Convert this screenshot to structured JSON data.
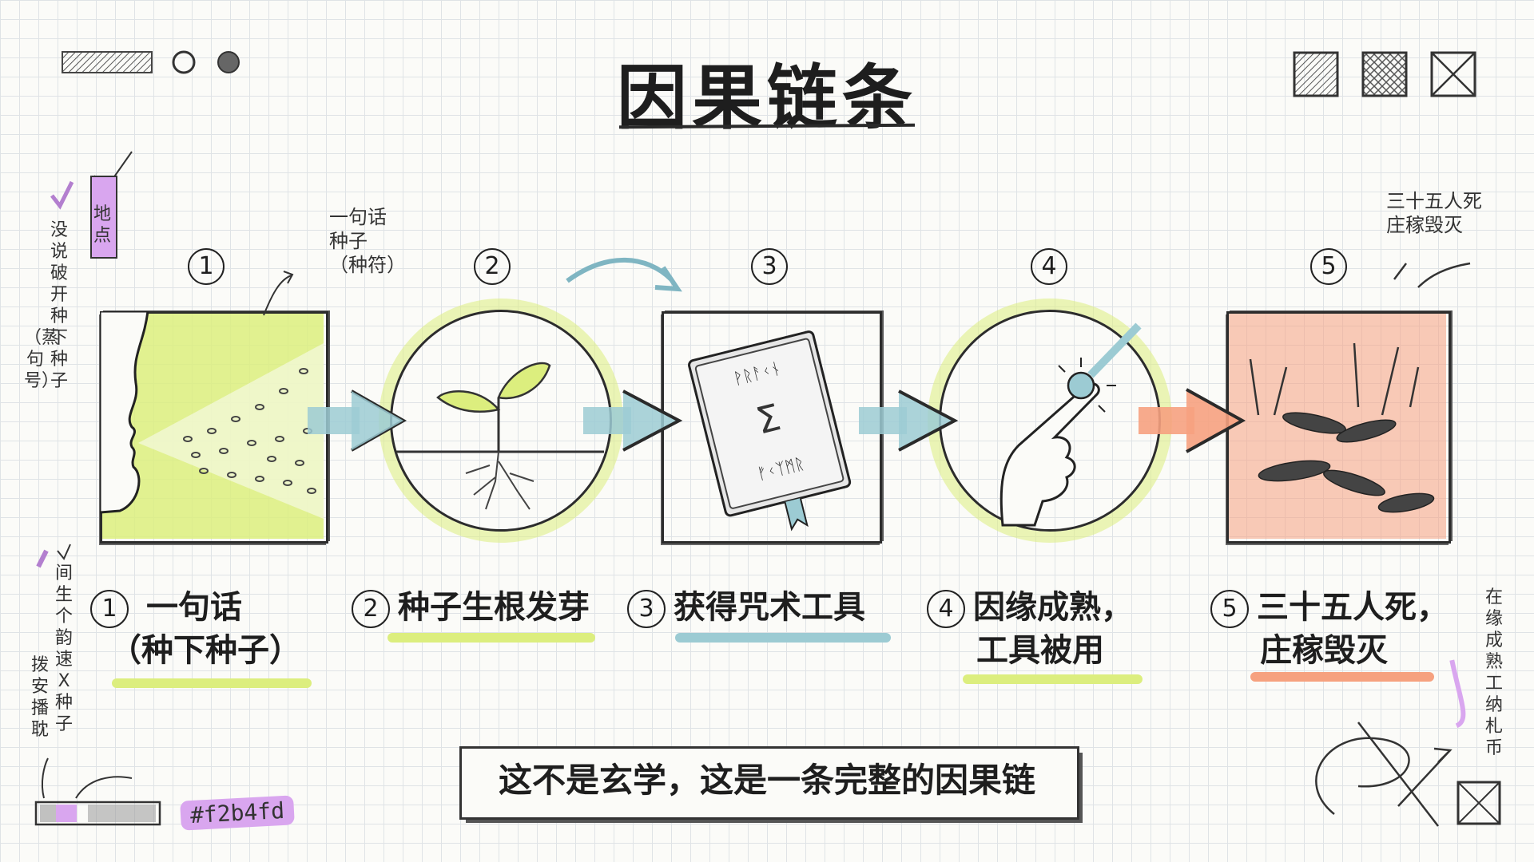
{
  "title": "因果链条",
  "steps": [
    {
      "num": "1",
      "title_line1": "一句话",
      "title_line2": "（种下种子）"
    },
    {
      "num": "2",
      "title_line1": "种子生根发芽",
      "title_line2": ""
    },
    {
      "num": "3",
      "title_line1": "获得咒术工具",
      "title_line2": ""
    },
    {
      "num": "4",
      "title_line1": "因缘成熟，",
      "title_line2": "工具被用"
    },
    {
      "num": "5",
      "title_line1": "三十五人死，",
      "title_line2": "庄稼毁灭"
    }
  ],
  "annotations": {
    "seed_note": [
      "一句话",
      "种子",
      "（种符）"
    ],
    "death_note": [
      "三十五人死",
      "庄稼毁灭"
    ],
    "left_vertical": "没说破开种下种子",
    "left_vertical_paren": "（蒸句号）",
    "location_tag": "地点",
    "lower_left_col1": "间生个韵速X种子",
    "lower_left_col2": "拨安播耽",
    "right_vertical": "在缘成熟工纳札币"
  },
  "bottom_caption": "这不是玄学，这是一条完整的因果链",
  "color_tag": "#f2b4fd",
  "colors": {
    "lime": "#dcee7e",
    "teal": "#9ccbd3",
    "salmon": "#f6a17f",
    "purple": "#d9a6ef",
    "ink": "#222222"
  }
}
